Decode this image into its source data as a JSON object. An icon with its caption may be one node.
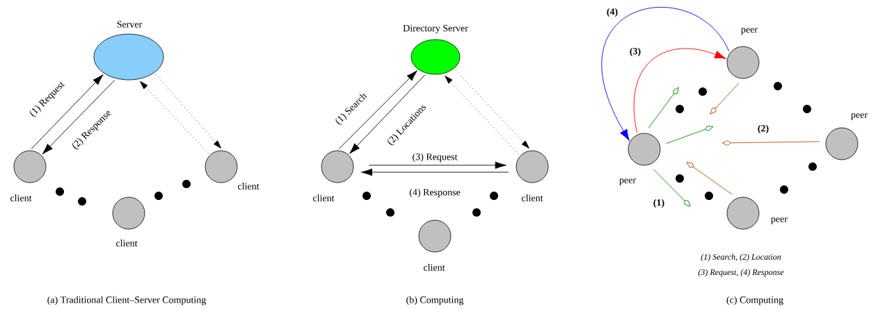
{
  "diagram": {
    "nodes": [
      {
        "text": [
          "Server"
        ]
      },
      {
        "text": [
          "client"
        ]
      },
      {
        "text": [
          "client"
        ]
      },
      {
        "text": [
          "client"
        ]
      },
      {
        "text": [
          "Directory Server"
        ]
      },
      {
        "text": [
          "client"
        ]
      },
      {
        "text": [
          "client"
        ]
      },
      {
        "text": [
          "client"
        ]
      },
      {
        "text": [
          "peer"
        ]
      },
      {
        "text": [
          "peer"
        ]
      },
      {
        "text": [
          "peer"
        ]
      },
      {
        "text": [
          "peer"
        ]
      }
    ],
    "edges": [
      {
        "from": 1,
        "to": 0,
        "arrow": "to",
        "label": "(1) Request"
      },
      {
        "from": 0,
        "to": 1,
        "arrow": "to",
        "label": "(2) Response"
      },
      {
        "from": 2,
        "to": 0,
        "arrow": "to",
        "style": "dashed"
      },
      {
        "from": 0,
        "to": 2,
        "arrow": "to",
        "style": "dashed"
      },
      {
        "from": 5,
        "to": 4,
        "arrow": "to",
        "label": "(1) Search"
      },
      {
        "from": 4,
        "to": 5,
        "arrow": "to",
        "label": "(2) Locations"
      },
      {
        "from": 6,
        "to": 4,
        "arrow": "to",
        "style": "dashed"
      },
      {
        "from": 4,
        "to": 6,
        "arrow": "to",
        "style": "dashed"
      },
      {
        "from": 5,
        "to": 6,
        "arrow": "to",
        "label": "(3) Request"
      },
      {
        "from": 6,
        "to": 5,
        "arrow": "to",
        "label": "(4) Response"
      },
      {
        "from": 9,
        "to": 8,
        "arrow": "to",
        "label": "(3)",
        "color": "#ff0000"
      },
      {
        "from": 8,
        "to": 9,
        "arrow": "to",
        "label": "(4)",
        "color": "#0000ff"
      },
      {
        "from": 9,
        "to": null,
        "arrow": "to",
        "color": "#009000"
      },
      {
        "from": 9,
        "to": null,
        "arrow": "to",
        "color": "#009000"
      },
      {
        "from": 9,
        "to": null,
        "arrow": "to",
        "label": "(1)",
        "color": "#009000"
      },
      {
        "from": 8,
        "to": null,
        "arrow": "to",
        "color": "#b05010"
      },
      {
        "from": 10,
        "to": null,
        "arrow": "to",
        "label": "(2)",
        "color": "#b05010"
      },
      {
        "from": 11,
        "to": null,
        "arrow": "to",
        "color": "#b05010"
      }
    ],
    "labels": [
      "(1) Search,  (2) Location",
      "(3) Request, (4) Response",
      "(a) Traditional Client–Server Computing",
      "(b) Computing",
      "(c) Computing"
    ]
  }
}
